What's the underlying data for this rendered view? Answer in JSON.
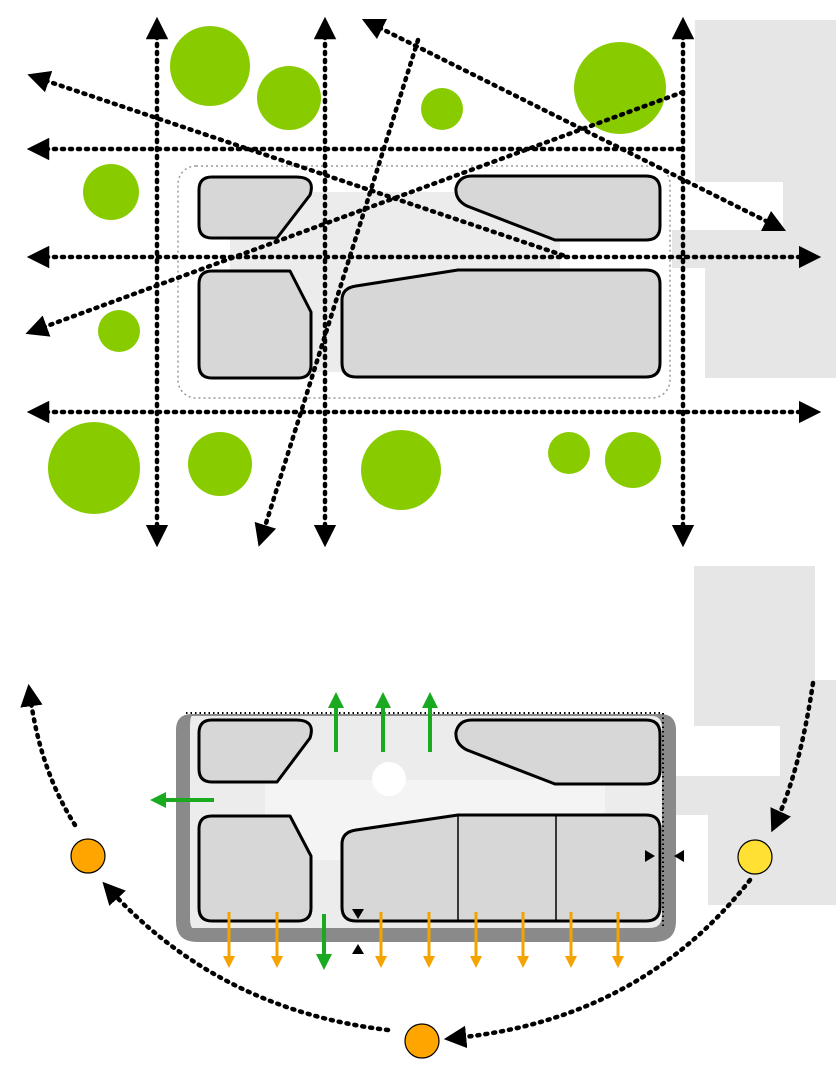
{
  "colors": {
    "background": "#ffffff",
    "building_fill": "#d7d7d7",
    "building_stroke": "#000000",
    "courtyard_fill": "#ececec",
    "neighbor_fill": "#e6e6e6",
    "tree_green": "#88cc00",
    "green_arrow": "#1aaa22",
    "orange_arrow": "#f5a300",
    "sun_orange": "#ffa500",
    "sun_yellow": "#ffe033",
    "plinth_dark": "#8a8a8a"
  },
  "icons": {
    "tree": "circle",
    "sun_position": "circle",
    "movement_path": "dotted-arrow",
    "opening": "solid-arrow"
  },
  "diagrams": [
    {
      "id": "movement-and-trees",
      "text": ""
    },
    {
      "id": "sun-and-openings",
      "text": ""
    }
  ]
}
